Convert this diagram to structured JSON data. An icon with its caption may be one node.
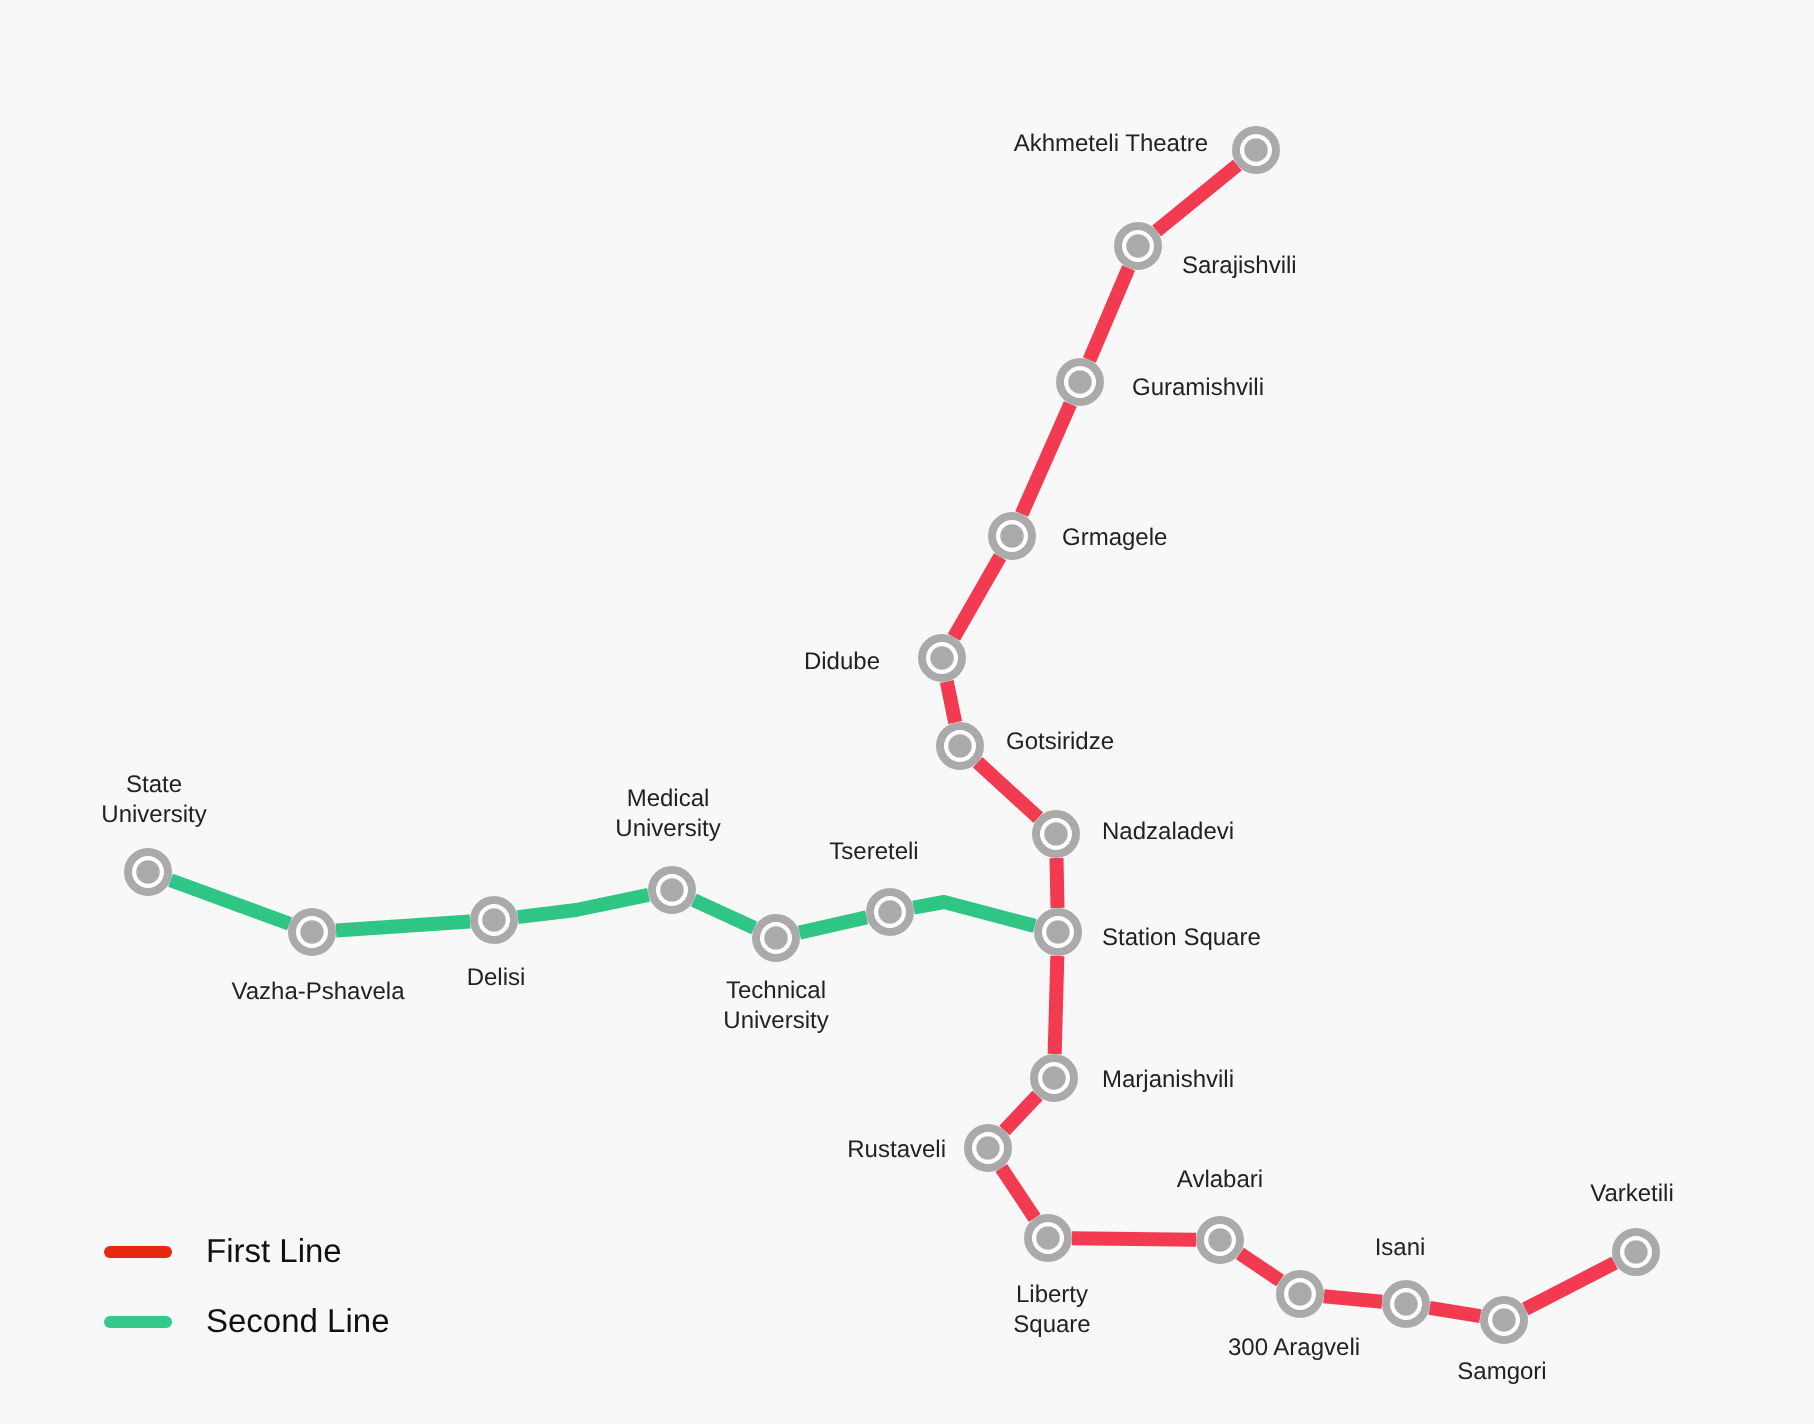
{
  "diagram": {
    "nodes": [
      {
        "text": [],
        "shape": "circle",
        "beside": [
          "Akhmeteli Theatre"
        ]
      },
      {
        "text": [],
        "shape": "circle",
        "beside": [
          "Sarajishvili"
        ]
      },
      {
        "text": [],
        "shape": "circle",
        "beside": [
          "Guramishvili"
        ]
      },
      {
        "text": [],
        "shape": "circle",
        "beside": [
          "Grmagele"
        ]
      },
      {
        "text": [],
        "shape": "circle",
        "beside": [
          "Didube"
        ]
      },
      {
        "text": [],
        "shape": "circle",
        "beside": [
          "Gotsiridze"
        ]
      },
      {
        "text": [],
        "shape": "circle",
        "beside": [
          "Nadzaladevi"
        ]
      },
      {
        "text": [],
        "shape": "circle",
        "beside": [
          "Station Square"
        ]
      },
      {
        "text": [],
        "shape": "circle",
        "beside": [
          "Marjanishvili"
        ]
      },
      {
        "text": [],
        "shape": "circle",
        "beside": [
          "Rustaveli"
        ]
      },
      {
        "text": [],
        "shape": "circle",
        "beside": [
          "Liberty Square"
        ]
      },
      {
        "text": [],
        "shape": "circle",
        "beside": [
          "Avlabari"
        ]
      },
      {
        "text": [],
        "shape": "circle",
        "beside": [
          "300 Aragveli"
        ]
      },
      {
        "text": [],
        "shape": "circle",
        "beside": [
          "Isani"
        ]
      },
      {
        "text": [],
        "shape": "circle",
        "beside": [
          "Samgori"
        ]
      },
      {
        "text": [],
        "shape": "circle",
        "beside": [
          "Varketili"
        ]
      },
      {
        "text": [],
        "shape": "circle",
        "beside": [
          "State University"
        ]
      },
      {
        "text": [],
        "shape": "circle",
        "beside": [
          "Vazha-Pshavela"
        ]
      },
      {
        "text": [],
        "shape": "circle",
        "beside": [
          "Delisi"
        ]
      },
      {
        "text": [],
        "shape": "circle",
        "beside": [
          "Medical University"
        ]
      },
      {
        "text": [],
        "shape": "circle",
        "beside": [
          "Technical University"
        ]
      },
      {
        "text": [],
        "shape": "circle",
        "beside": [
          "Tsereteli"
        ]
      }
    ],
    "edges": [
      {
        "from": 0,
        "to": 1,
        "arrow": "none"
      },
      {
        "from": 1,
        "to": 2,
        "arrow": "none"
      },
      {
        "from": 2,
        "to": 3,
        "arrow": "none"
      },
      {
        "from": 3,
        "to": 4,
        "arrow": "none"
      },
      {
        "from": 4,
        "to": 5,
        "arrow": "none"
      },
      {
        "from": 5,
        "to": 6,
        "arrow": "none"
      },
      {
        "from": 6,
        "to": 7,
        "arrow": "none"
      },
      {
        "from": 7,
        "to": 8,
        "arrow": "none"
      },
      {
        "from": 8,
        "to": 9,
        "arrow": "none"
      },
      {
        "from": 9,
        "to": 10,
        "arrow": "none"
      },
      {
        "from": 10,
        "to": 11,
        "arrow": "none"
      },
      {
        "from": 11,
        "to": 12,
        "arrow": "none"
      },
      {
        "from": 12,
        "to": 13,
        "arrow": "none"
      },
      {
        "from": 13,
        "to": 14,
        "arrow": "none"
      },
      {
        "from": 14,
        "to": 15,
        "arrow": "none"
      },
      {
        "from": 16,
        "to": 17,
        "arrow": "none",
        "color": "#2ec585"
      },
      {
        "from": 17,
        "to": 18,
        "arrow": "none",
        "color": "#2ec585"
      },
      {
        "from": 18,
        "to": 19,
        "arrow": "none",
        "color": "#2ec585"
      },
      {
        "from": 19,
        "to": 20,
        "arrow": "none",
        "color": "#2ec585"
      },
      {
        "from": 20,
        "to": 21,
        "arrow": "none",
        "color": "#2ec585"
      },
      {
        "from": 21,
        "to": 7,
        "arrow": "none",
        "color": "#2ec585"
      }
    ],
    "legend": [
      {
        "text": "First Line",
        "color": "#e8290f"
      },
      {
        "text": "Second Line",
        "color": "#33c98a"
      }
    ]
  }
}
